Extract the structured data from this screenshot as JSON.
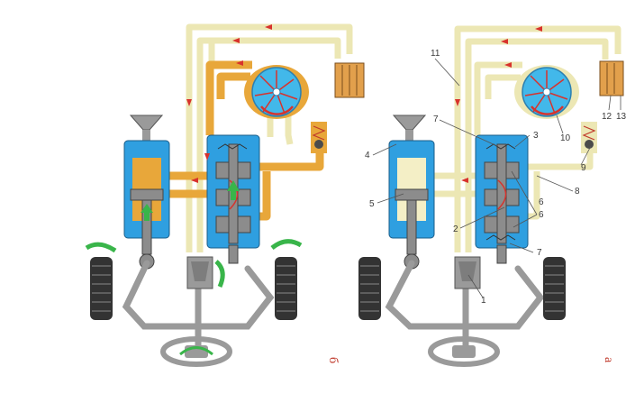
{
  "panels": {
    "left": {
      "letter": "б"
    },
    "right": {
      "letter": "а"
    }
  },
  "callouts": [
    "1",
    "2",
    "3",
    "4",
    "5",
    "6",
    "6",
    "7",
    "7",
    "8",
    "9",
    "10",
    "11",
    "12",
    "13"
  ],
  "colors": {
    "line_pale": "#ece7b4",
    "line_pressure": "#e8a73a",
    "cylinder_blue": "#2f9fe0",
    "piston_gray": "#8c8c8c",
    "arrow_red": "#d8322c",
    "arrow_green": "#39b54a",
    "pump_blue": "#42b8ea",
    "cooler_orange": "#e2a04c"
  }
}
